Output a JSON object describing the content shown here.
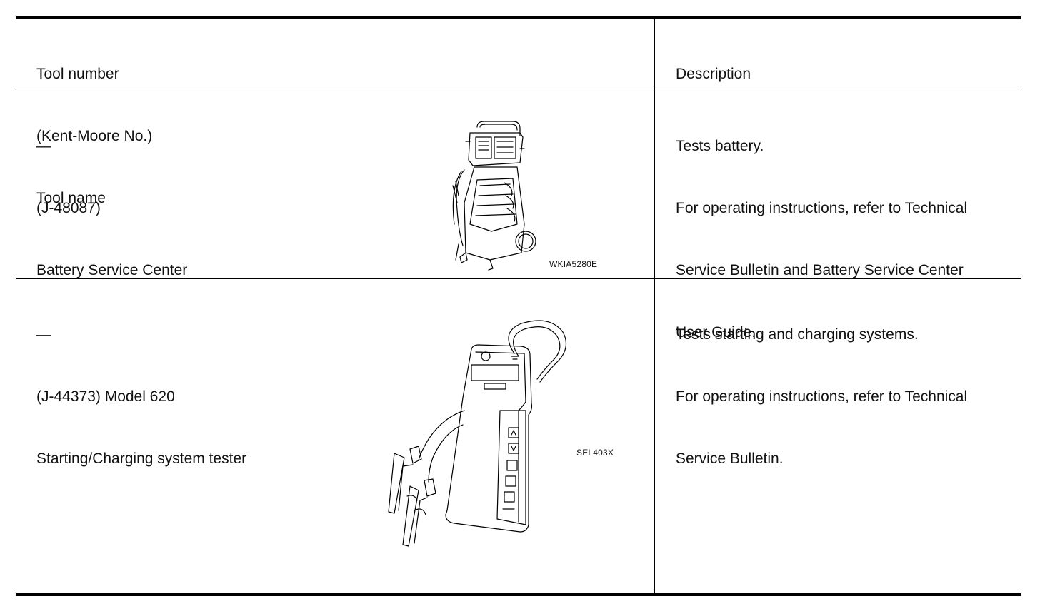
{
  "table": {
    "header": {
      "tool": [
        "Tool number",
        "(Kent-Moore No.)",
        "Tool name"
      ],
      "description": [
        "Description"
      ]
    },
    "rows": [
      {
        "tool_number": "—",
        "kent_moore": "(J-48087)",
        "tool_name": "Battery Service Center",
        "figure_label": "WKIA5280E",
        "description": [
          "Tests battery.",
          "For operating instructions, refer to Technical",
          "Service Bulletin and Battery Service Center",
          "User Guide."
        ]
      },
      {
        "tool_number": "—",
        "kent_moore": "(J-44373) Model 620",
        "tool_name": "Starting/Charging system tester",
        "figure_label": "SEL403X",
        "description": [
          "Tests starting and charging systems.",
          "For operating instructions, refer to Technical",
          "Service Bulletin."
        ]
      }
    ]
  }
}
